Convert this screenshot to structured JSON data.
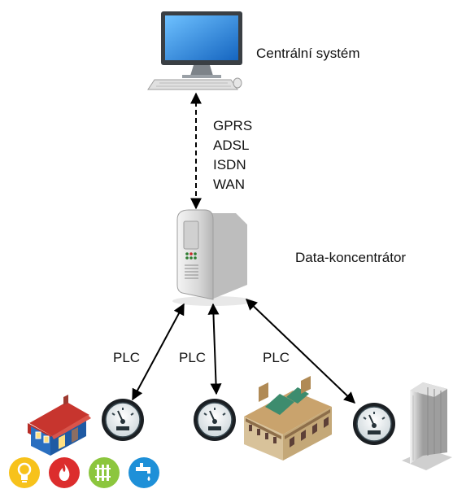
{
  "nodes": {
    "central_label": "Centrální systém",
    "concentrator_label": "Data-koncentrátor"
  },
  "protocols": [
    "GPRS",
    "ADSL",
    "ISDN",
    "WAN"
  ],
  "links": {
    "plc_left": "PLC",
    "plc_middle": "PLC",
    "plc_right": "PLC"
  },
  "icons": [
    "computer-icon",
    "server-icon",
    "house-icon",
    "meter-icon",
    "historic-building-icon",
    "office-tower-icon",
    "lightbulb-icon",
    "flame-icon",
    "radiator-icon",
    "water-tap-icon"
  ],
  "colors": {
    "arrow": "#000000",
    "screen": "#1e88e5",
    "house_wall": "#2a6fc0",
    "house_roof": "#c7352e",
    "bulb_circle": "#f7c21b",
    "flame_circle": "#dc2d2d",
    "radiator_circle": "#8cc63e",
    "water_circle": "#1e90d8"
  }
}
